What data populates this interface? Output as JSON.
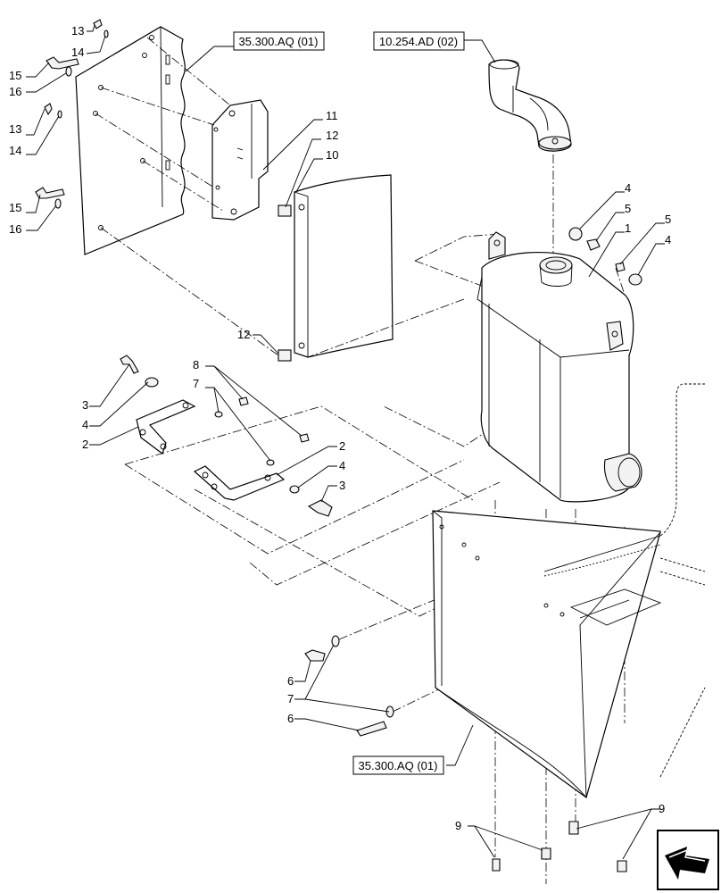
{
  "references": {
    "top_panel": "35.300.AQ (01)",
    "pipe": "10.254.AD (02)",
    "bottom_panel": "35.300.AQ (01)"
  },
  "callouts": {
    "c13a": "13",
    "c14a": "14",
    "c15a": "15",
    "c16a": "16",
    "c13b": "13",
    "c14b": "14",
    "c15b": "15",
    "c16b": "16",
    "c11": "11",
    "c12a": "12",
    "c10": "10",
    "c12b": "12",
    "c4a": "4",
    "c5a": "5",
    "c1": "1",
    "c5b": "5",
    "c4b": "4",
    "c8": "8",
    "c7a": "7",
    "c3a": "3",
    "c4c": "4",
    "c2a": "2",
    "c2b": "2",
    "c4d": "4",
    "c3b": "3",
    "c6a": "6",
    "c7b": "7",
    "c6b": "6",
    "c9a": "9",
    "c9b": "9"
  },
  "icons": {
    "nav": "arrow-icon"
  }
}
